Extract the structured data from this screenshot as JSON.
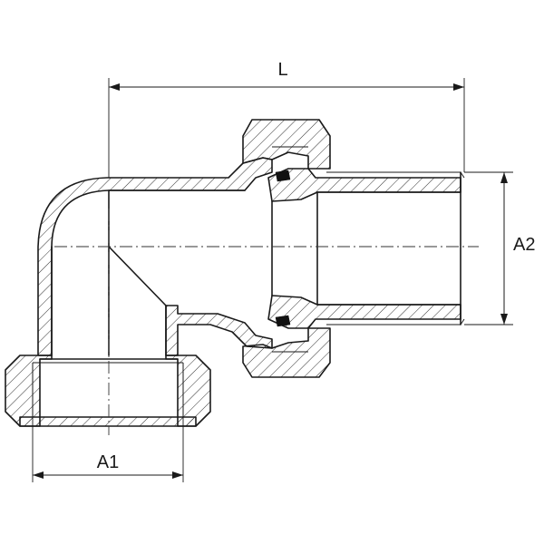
{
  "dimensions": {
    "length_label": "L",
    "bottom_thread_label": "A1",
    "right_thread_label": "A2"
  }
}
